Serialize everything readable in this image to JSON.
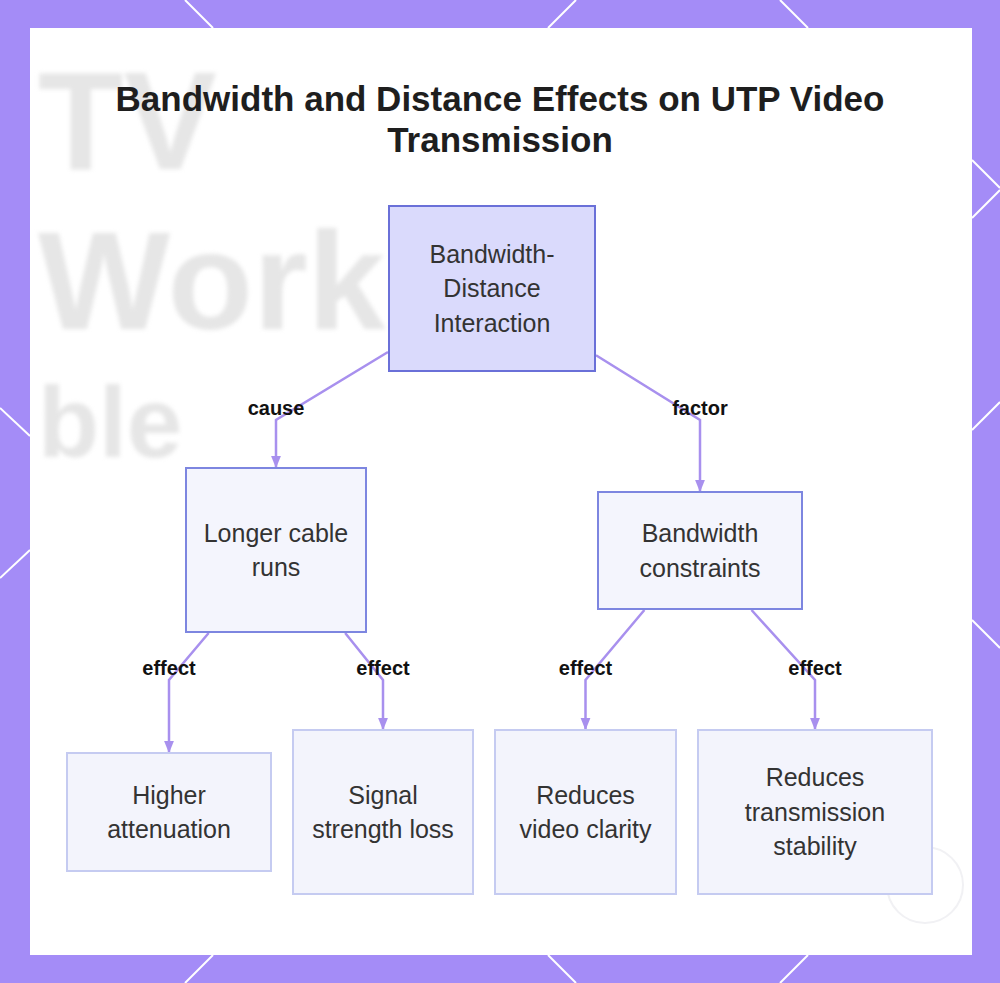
{
  "diagram": {
    "title": "Bandwidth and Distance Effects on UTP Video Transmission",
    "nodes": [
      {
        "text": [
          "Bandwidth-Distance Interaction"
        ]
      },
      {
        "text": [
          "Longer cable runs"
        ]
      },
      {
        "text": [
          "Bandwidth constraints"
        ]
      },
      {
        "text": [
          "Higher attenuation"
        ]
      },
      {
        "text": [
          "Signal strength loss"
        ]
      },
      {
        "text": [
          "Reduces video clarity"
        ]
      },
      {
        "text": [
          "Reduces transmission stability"
        ]
      }
    ],
    "edges": [
      {
        "from": 0,
        "to": 1,
        "label": "cause",
        "arrow": "to"
      },
      {
        "from": 0,
        "to": 2,
        "label": "factor",
        "arrow": "to"
      },
      {
        "from": 1,
        "to": 3,
        "label": "effect",
        "arrow": "to"
      },
      {
        "from": 1,
        "to": 4,
        "label": "effect",
        "arrow": "to"
      },
      {
        "from": 2,
        "to": 5,
        "label": "effect",
        "arrow": "to"
      },
      {
        "from": 2,
        "to": 6,
        "label": "effect",
        "arrow": "to"
      }
    ],
    "labels": [
      "TV",
      "Work",
      "ble"
    ]
  }
}
